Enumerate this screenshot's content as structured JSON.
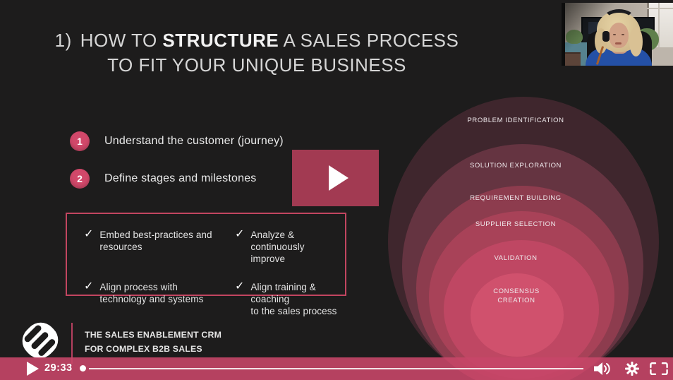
{
  "slide": {
    "title": {
      "number": "1)",
      "line1_pre": "HOW TO ",
      "line1_bold": "STRUCTURE",
      "line1_post": " A SALES PROCESS",
      "line2": "TO FIT YOUR UNIQUE BUSINESS"
    },
    "steps": [
      {
        "num": "1",
        "label": "Understand the customer (journey)"
      },
      {
        "num": "2",
        "label": "Define stages and milestones"
      }
    ],
    "check_icon": "✓",
    "checklist": [
      {
        "line1": "Embed best-practices and",
        "line2": "resources"
      },
      {
        "line1": "Analyze & continuously",
        "line2": "improve"
      },
      {
        "line1": "Align process with",
        "line2": "technology and systems"
      },
      {
        "line1": "Align training & coaching",
        "line2": "to the sales process"
      }
    ],
    "funnel": {
      "rings": [
        {
          "label": "PROBLEM IDENTIFICATION",
          "color": "#3f262d"
        },
        {
          "label": "SOLUTION EXPLORATION",
          "color": "#653441"
        },
        {
          "label": "REQUIREMENT BUILDING",
          "color": "#8d3c4e"
        },
        {
          "label": "SUPPLIER SELECTION",
          "color": "#a84258"
        },
        {
          "label": "VALIDATION",
          "color": "#bf4763"
        },
        {
          "label": "CONSENSUS CREATION",
          "color": "#d0516d"
        }
      ]
    },
    "footer": {
      "tagline1": "THE SALES ENABLEMENT CRM",
      "tagline2": "FOR COMPLEX B2B SALES"
    }
  },
  "player": {
    "time": "29:33",
    "bar_color": "#b5405f",
    "overlay_play_color": "#a23a52",
    "icons": {
      "play": "play-icon",
      "volume": "volume-icon",
      "settings": "gear-icon",
      "fullscreen": "fullscreen-icon"
    }
  },
  "colors": {
    "background": "#1d1c1c",
    "accent_badge": "#d1486a",
    "checklist_border": "#c24560",
    "title_text": "#d6d6d6"
  }
}
